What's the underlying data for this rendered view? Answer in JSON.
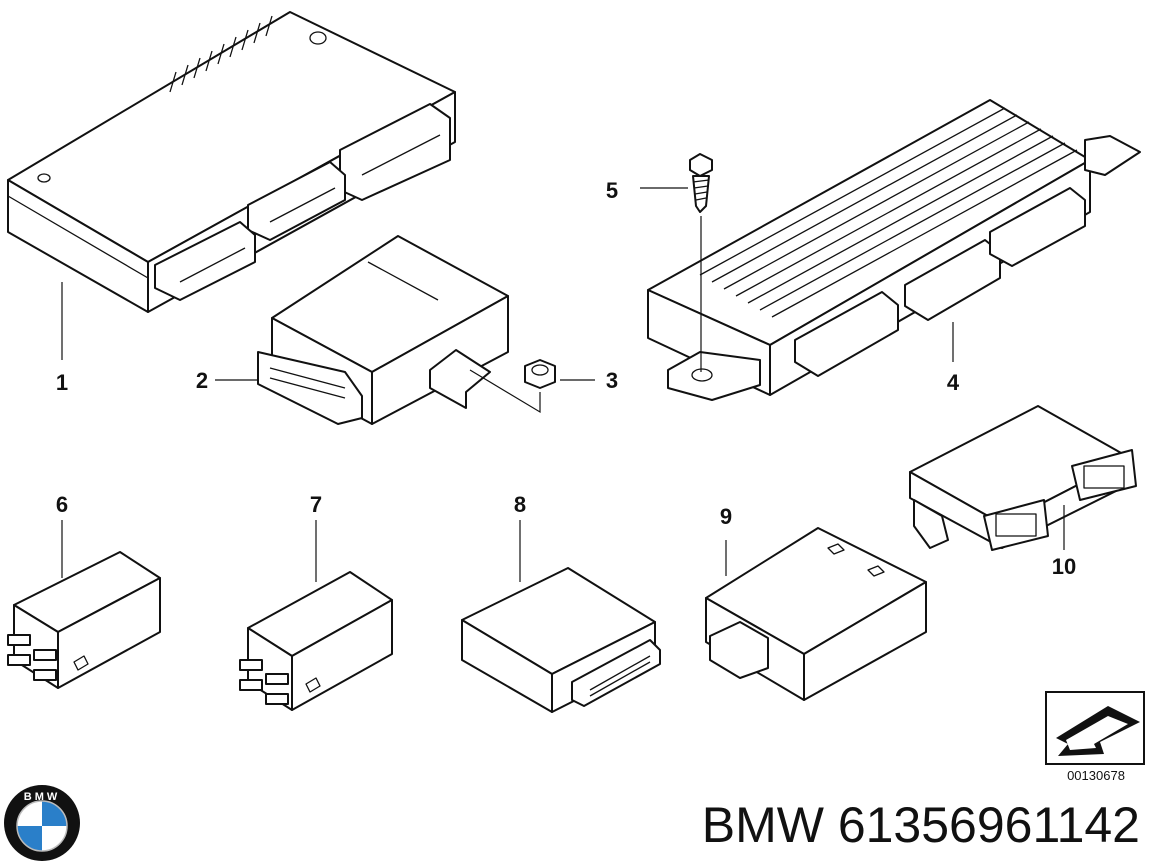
{
  "callouts": [
    "1",
    "2",
    "3",
    "4",
    "5",
    "6",
    "7",
    "8",
    "9",
    "10"
  ],
  "drawing_code": "00130678",
  "part_title": "BMW 61356961142",
  "logo_letters": "BMW",
  "colors": {
    "line": "#111111",
    "logo_blue": "#2a7fc9",
    "background": "#ffffff"
  },
  "icons": [
    "bmw-logo-icon",
    "direction-arrow-icon"
  ]
}
